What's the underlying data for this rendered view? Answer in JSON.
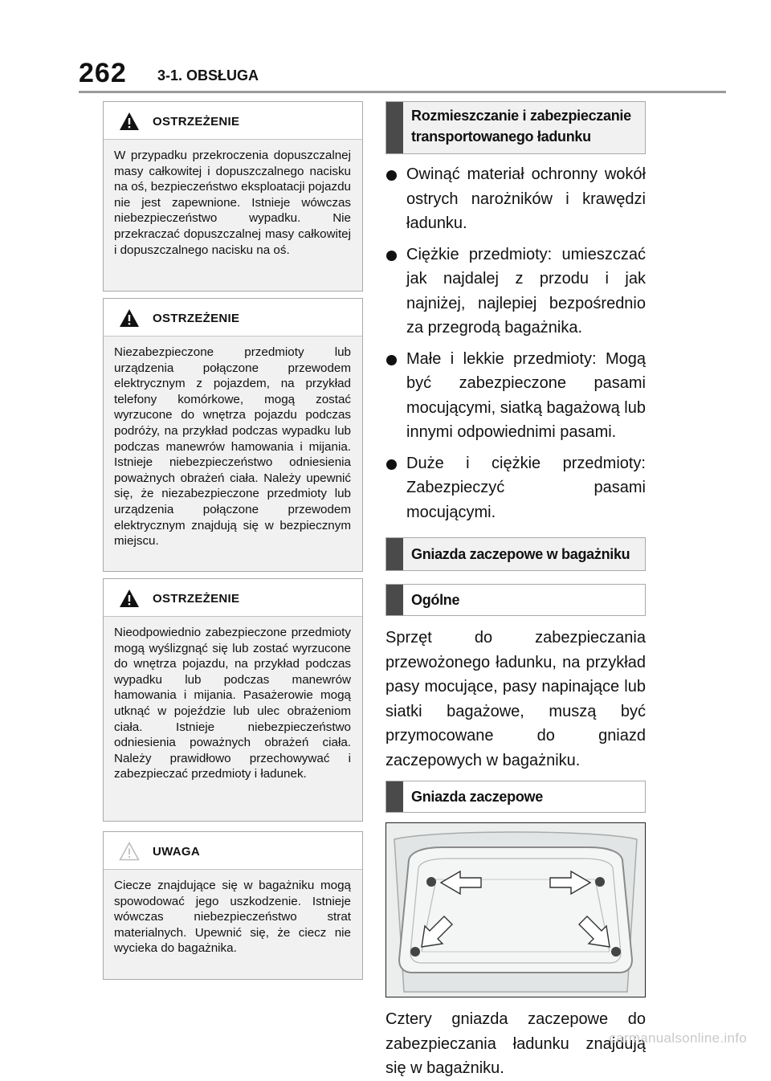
{
  "header": {
    "page_number": "262",
    "section": "3-1. OBSŁUGA"
  },
  "warnings": [
    {
      "title": "OSTRZEŻENIE",
      "icon": "warning-triangle-icon",
      "text": "W przypadku przekroczenia dopuszczalnej masy całkowitej i dopuszczalnego nacisku na oś, bezpieczeństwo eksploatacji pojazdu nie jest zapewnione. Istnieje wówczas niebezpieczeństwo wypadku. Nie przekraczać dopuszczalnej masy całkowitej i dopuszczalnego nacisku na oś."
    },
    {
      "title": "OSTRZEŻENIE",
      "icon": "warning-triangle-icon",
      "text": "Niezabezpieczone przedmioty lub urządzenia połączone przewodem elektrycznym z pojazdem, na przykład telefony komórkowe, mogą zostać wyrzucone do wnętrza pojazdu podczas podróży, na przykład podczas wypadku lub podczas manewrów hamowania i mijania. Istnieje niebezpieczeństwo odniesienia poważnych obrażeń ciała. Należy upewnić się, że niezabezpieczone przedmioty lub urządzenia połączone przewodem elektrycznym znajdują się w bezpiecznym miejscu."
    },
    {
      "title": "OSTRZEŻENIE",
      "icon": "warning-triangle-icon",
      "text": "Nieodpowiednio zabezpieczone przedmioty mogą wyślizgnąć się lub zostać wyrzucone do wnętrza pojazdu, na przykład podczas wypadku lub podczas manewrów hamowania i mijania. Pasażerowie mogą utknąć w pojeździe lub ulec obrażeniom ciała. Istnieje niebezpieczeństwo odniesienia poważnych obrażeń ciała. Należy prawidłowo przechowywać i zabezpieczać przedmioty i ładunek."
    }
  ],
  "notice": {
    "title": "UWAGA",
    "icon": "caution-outline-triangle-icon",
    "text": "Ciecze znajdujące się w bagażniku mogą spowodować jego uszkodzenie. Istnieje wówczas niebezpieczeństwo strat materialnych. Upewnić się, że ciecz nie wycieka do bagażnika."
  },
  "right": {
    "section1_title": "Rozmieszczanie i zabezpieczanie transportowanego ładunku",
    "bullets": [
      "Owinąć materiał ochronny wokół ostrych narożników i krawędzi ładunku.",
      "Ciężkie przedmioty: umieszczać jak najdalej z przodu i jak najniżej, najlepiej bezpośrednio za przegrodą bagażnika.",
      "Małe i lekkie przedmioty: Mogą być zabezpieczone pasami mocującymi, siatką bagażową lub innymi odpowiednimi pasami.",
      "Duże i ciężkie przedmioty: Zabezpieczyć pasami mocującymi."
    ],
    "section2_title": "Gniazda zaczepowe w bagażniku",
    "sub1_title": "Ogólne",
    "para1": "Sprzęt do zabezpieczania przewożonego ładunku, na przykład pasy mocujące, pasy napinające lub siatki bagażowe, muszą być przymocowane do gniazd zaczepowych w bagażniku.",
    "sub2_title": "Gniazda zaczepowe",
    "para2": "Cztery gniazda zaczepowe do zabezpieczania ładunku znajdują się w bagażniku."
  },
  "footer": {
    "watermark": "carmanualsonline.info"
  }
}
